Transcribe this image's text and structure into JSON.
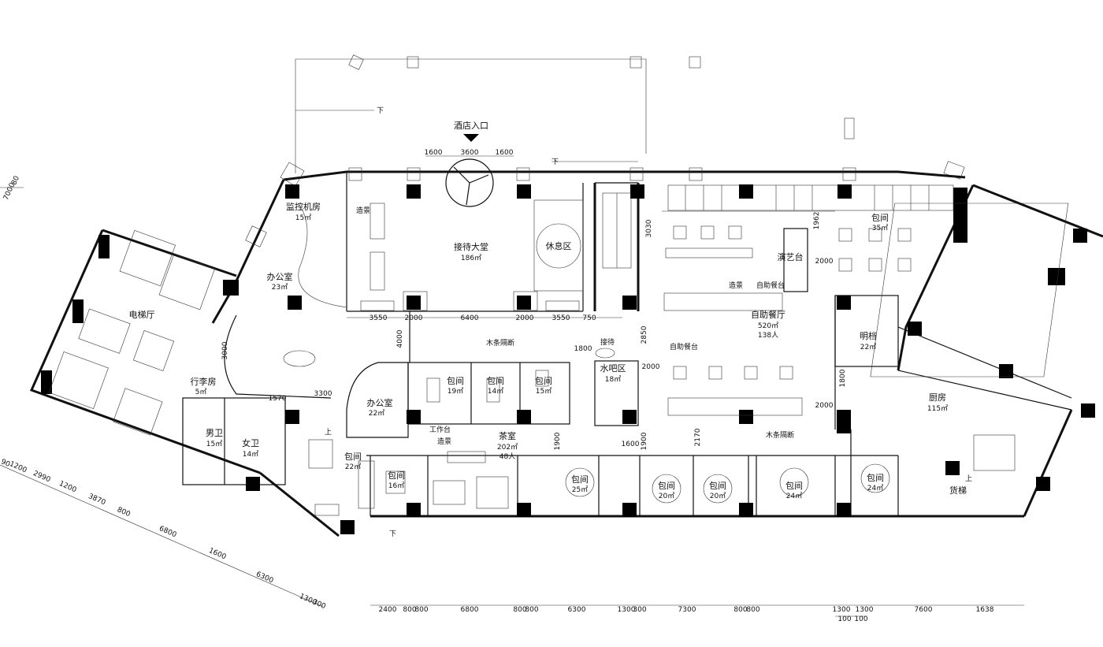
{
  "entrance": {
    "label": "酒店入口"
  },
  "stairs_down": "下",
  "stairs_up": "上",
  "rooms": {
    "monitor": {
      "name": "监控机房",
      "area": "15㎡"
    },
    "office_l": {
      "name": "办公室",
      "area": "23㎡"
    },
    "lobby": {
      "name": "接待大堂",
      "area": "186㎡"
    },
    "lounge": {
      "name": "休息区"
    },
    "elev_hall": {
      "name": "电梯厅"
    },
    "luggage": {
      "name": "行李房",
      "area": "5㎡"
    },
    "men_wc": {
      "name": "男卫",
      "area": "15㎡"
    },
    "women_wc": {
      "name": "女卫",
      "area": "14㎡"
    },
    "office_m": {
      "name": "办公室",
      "area": "22㎡"
    },
    "pr_19": {
      "name": "包间",
      "area": "19㎡"
    },
    "pr_14": {
      "name": "包间",
      "area": "14㎡"
    },
    "pr_15": {
      "name": "包间",
      "area": "15㎡"
    },
    "water_bar": {
      "name": "水吧区",
      "area": "18㎡"
    },
    "reception": {
      "name": "接待"
    },
    "tea_room": {
      "name": "茶室",
      "area": "202㎡",
      "people": "48人"
    },
    "pr_22": {
      "name": "包间",
      "area": "22㎡"
    },
    "pr_16": {
      "name": "包间",
      "area": "16㎡"
    },
    "pr_25": {
      "name": "包间",
      "area": "25㎡"
    },
    "pr_20a": {
      "name": "包间",
      "area": "20㎡"
    },
    "pr_20b": {
      "name": "包间",
      "area": "20㎡"
    },
    "pr_24a": {
      "name": "包间",
      "area": "24㎡"
    },
    "pr_24b": {
      "name": "包间",
      "area": "24㎡"
    },
    "buffet": {
      "name": "自助餐厅",
      "area": "520㎡",
      "people": "138人"
    },
    "stage": {
      "name": "演艺台"
    },
    "pr_35": {
      "name": "包间",
      "area": "35㎡"
    },
    "show_kitchen": {
      "name": "明档",
      "area": "22㎡"
    },
    "kitchen": {
      "name": "厨房",
      "area": "115㎡"
    },
    "freight": {
      "name": "货梯"
    }
  },
  "labels": {
    "feature_1": "造景",
    "feature_2": "造景",
    "feature_3": "造景",
    "buffet_counter_1": "自助餐台",
    "buffet_counter_2": "自助餐台",
    "wood_partition_1": "木条隔断",
    "wood_partition_2": "木条隔断",
    "workstation": "工作台"
  },
  "dims": {
    "top": [
      "1600",
      "3600",
      "1600"
    ],
    "lobby_row": [
      "3550",
      "2000",
      "6400",
      "2000",
      "3550",
      "750"
    ],
    "vertical": [
      "4000",
      "3000",
      "2850",
      "3030",
      "1962",
      "1800",
      "1900",
      "1900",
      "2170"
    ],
    "mid": [
      "1570",
      "3300",
      "1800",
      "1600",
      "2000",
      "2000",
      "2000"
    ],
    "bottom": [
      "2400",
      "800",
      "800",
      "6800",
      "800",
      "800",
      "6300",
      "1300",
      "300",
      "7300",
      "800",
      "800",
      "1300",
      "100",
      "1300",
      "100",
      "7600",
      "1638"
    ],
    "left_diag": [
      "90",
      "1200",
      "2990",
      "1200",
      "3870",
      "800",
      "6800",
      "1600",
      "6300",
      "1300",
      "300"
    ],
    "left_top": "7000",
    "left_top2": "80"
  }
}
